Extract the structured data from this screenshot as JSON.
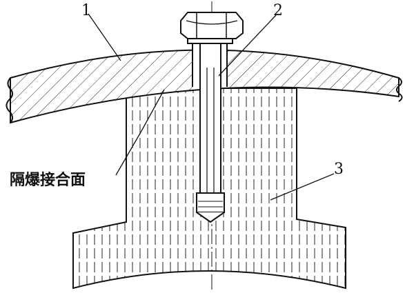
{
  "labels": {
    "part1": "1",
    "part2": "2",
    "part3": "3",
    "interface": "隔爆接合面"
  }
}
